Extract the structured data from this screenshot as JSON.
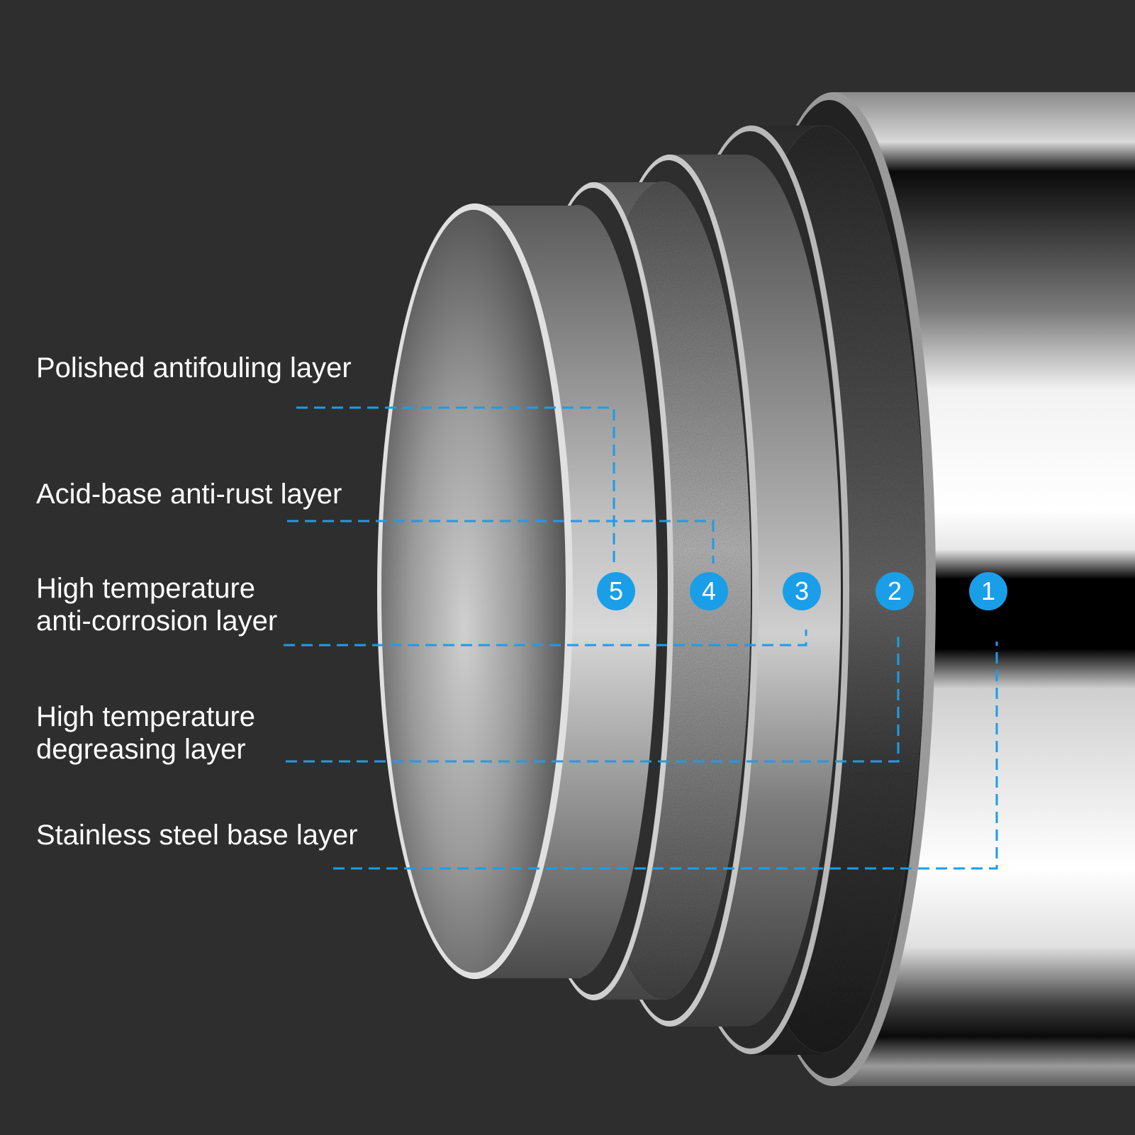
{
  "background_color": "#2e2e2e",
  "accent_color": "#1a9ee8",
  "labels": [
    {
      "lines": [
        "Polished antifouling layer"
      ],
      "number": "5"
    },
    {
      "lines": [
        "Acid-base anti-rust layer"
      ],
      "number": "4"
    },
    {
      "lines": [
        "High temperature",
        "anti-corrosion layer"
      ],
      "number": "3"
    },
    {
      "lines": [
        "High temperature",
        "degreasing layer"
      ],
      "number": "2"
    },
    {
      "lines": [
        "Stainless steel base layer"
      ],
      "number": "1"
    }
  ]
}
